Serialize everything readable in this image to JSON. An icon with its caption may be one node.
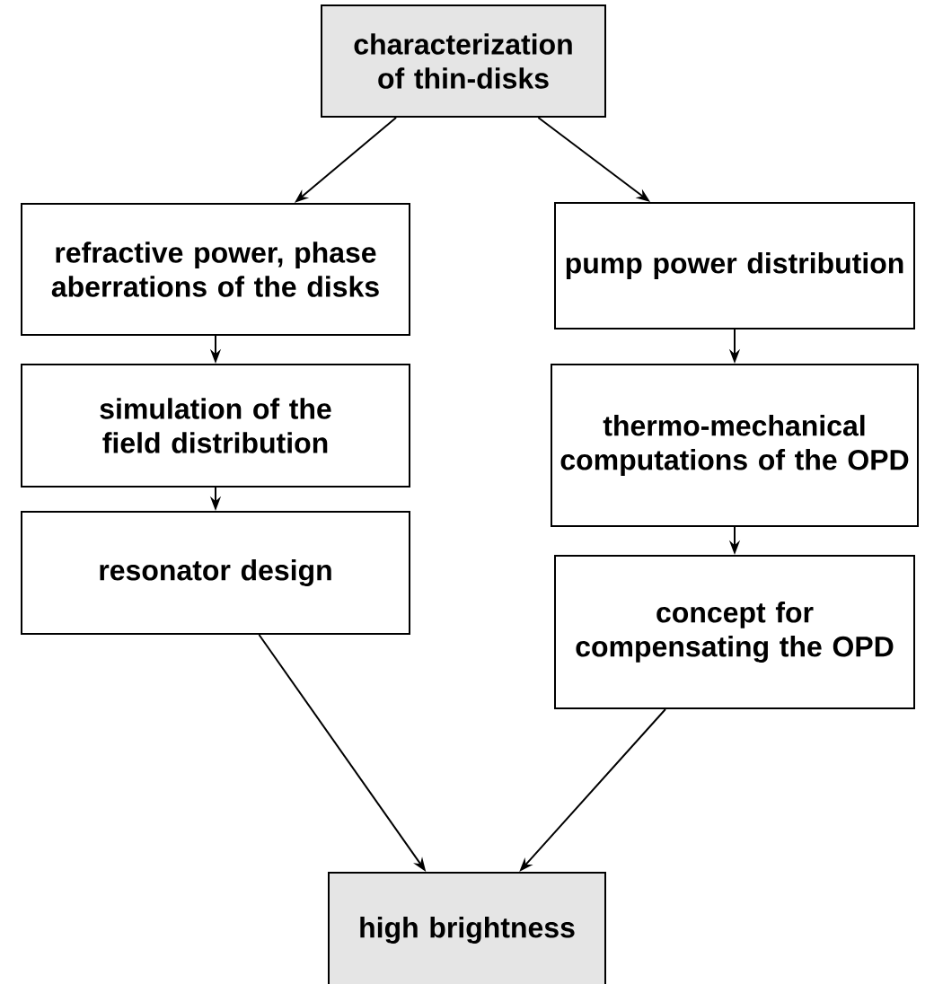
{
  "diagram": {
    "nodes": [
      {
        "text": [
          "characterization of thin-disks"
        ]
      },
      {
        "text": [
          "refractive power, phase aberrations of the disks"
        ]
      },
      {
        "text": [
          "pump power distribution"
        ]
      },
      {
        "text": [
          "simulation of the field distribution"
        ]
      },
      {
        "text": [
          "thermo-mechanical computations of the OPD"
        ]
      },
      {
        "text": [
          "resonator design"
        ]
      },
      {
        "text": [
          "concept for compensating the OPD"
        ]
      },
      {
        "text": [
          "high brightness"
        ]
      }
    ],
    "edges": [
      {
        "from": 0,
        "to": 1,
        "arrow": "to"
      },
      {
        "from": 0,
        "to": 2,
        "arrow": "to"
      },
      {
        "from": 1,
        "to": 3,
        "arrow": "to"
      },
      {
        "from": 3,
        "to": 5,
        "arrow": "to"
      },
      {
        "from": 2,
        "to": 4,
        "arrow": "to"
      },
      {
        "from": 4,
        "to": 6,
        "arrow": "to"
      },
      {
        "from": 5,
        "to": 7,
        "arrow": "to"
      },
      {
        "from": 6,
        "to": 7,
        "arrow": "to"
      }
    ]
  }
}
